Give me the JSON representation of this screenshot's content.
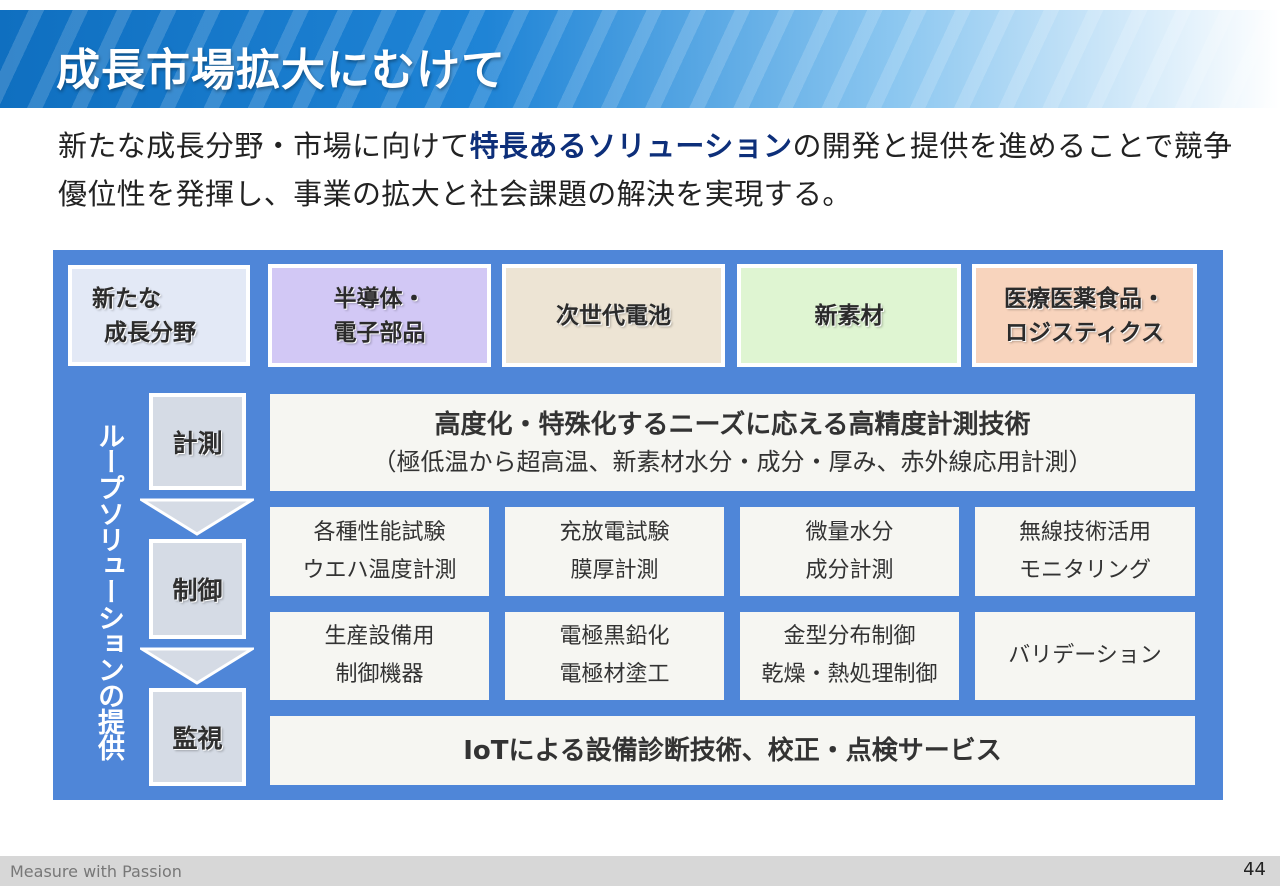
{
  "title": "成長市場拡大にむけて",
  "lead": {
    "part1": "新たな成長分野・市場に向けて",
    "highlight": "特長あるソリューション",
    "part2": "の開発と提供を進めることで競争優位性を発揮し、事業の拡大と社会課題の解決を実現する。"
  },
  "categories": {
    "header": [
      "新たな",
      "成長分野"
    ],
    "items": [
      {
        "lines": [
          "半導体・",
          "電子部品"
        ],
        "color": "#d2c8f5"
      },
      {
        "lines": [
          "次世代電池"
        ],
        "color": "#ede4d4"
      },
      {
        "lines": [
          "新素材"
        ],
        "color": "#dff5d2"
      },
      {
        "lines": [
          "医療医薬食品・",
          "ロジスティクス"
        ],
        "color": "#f8d4bd"
      }
    ],
    "header_color": "#e3e9f6"
  },
  "vertical_label": "ループソリューションの提供",
  "stages": [
    "計測",
    "制御",
    "監視"
  ],
  "measure": {
    "title": "高度化・特殊化するニーズに応える高精度計測技術",
    "sub": "（極低温から超高温、新素材水分・成分・厚み、赤外線応用計測）"
  },
  "grid": {
    "row1": [
      [
        "各種性能試験",
        "ウエハ温度計測"
      ],
      [
        "充放電試験",
        "膜厚計測"
      ],
      [
        "微量水分",
        "成分計測"
      ],
      [
        "無線技術活用",
        "モニタリング"
      ]
    ],
    "row2": [
      [
        "生産設備用",
        "制御機器"
      ],
      [
        "電極黒鉛化",
        "電極材塗工"
      ],
      [
        "金型分布制御",
        "乾燥・熱処理制御"
      ],
      [
        "バリデーション"
      ]
    ]
  },
  "monitor": "IoTによる設備診断技術、校正・点検サービス",
  "footer": {
    "tagline": "Measure with Passion",
    "page": "44"
  }
}
